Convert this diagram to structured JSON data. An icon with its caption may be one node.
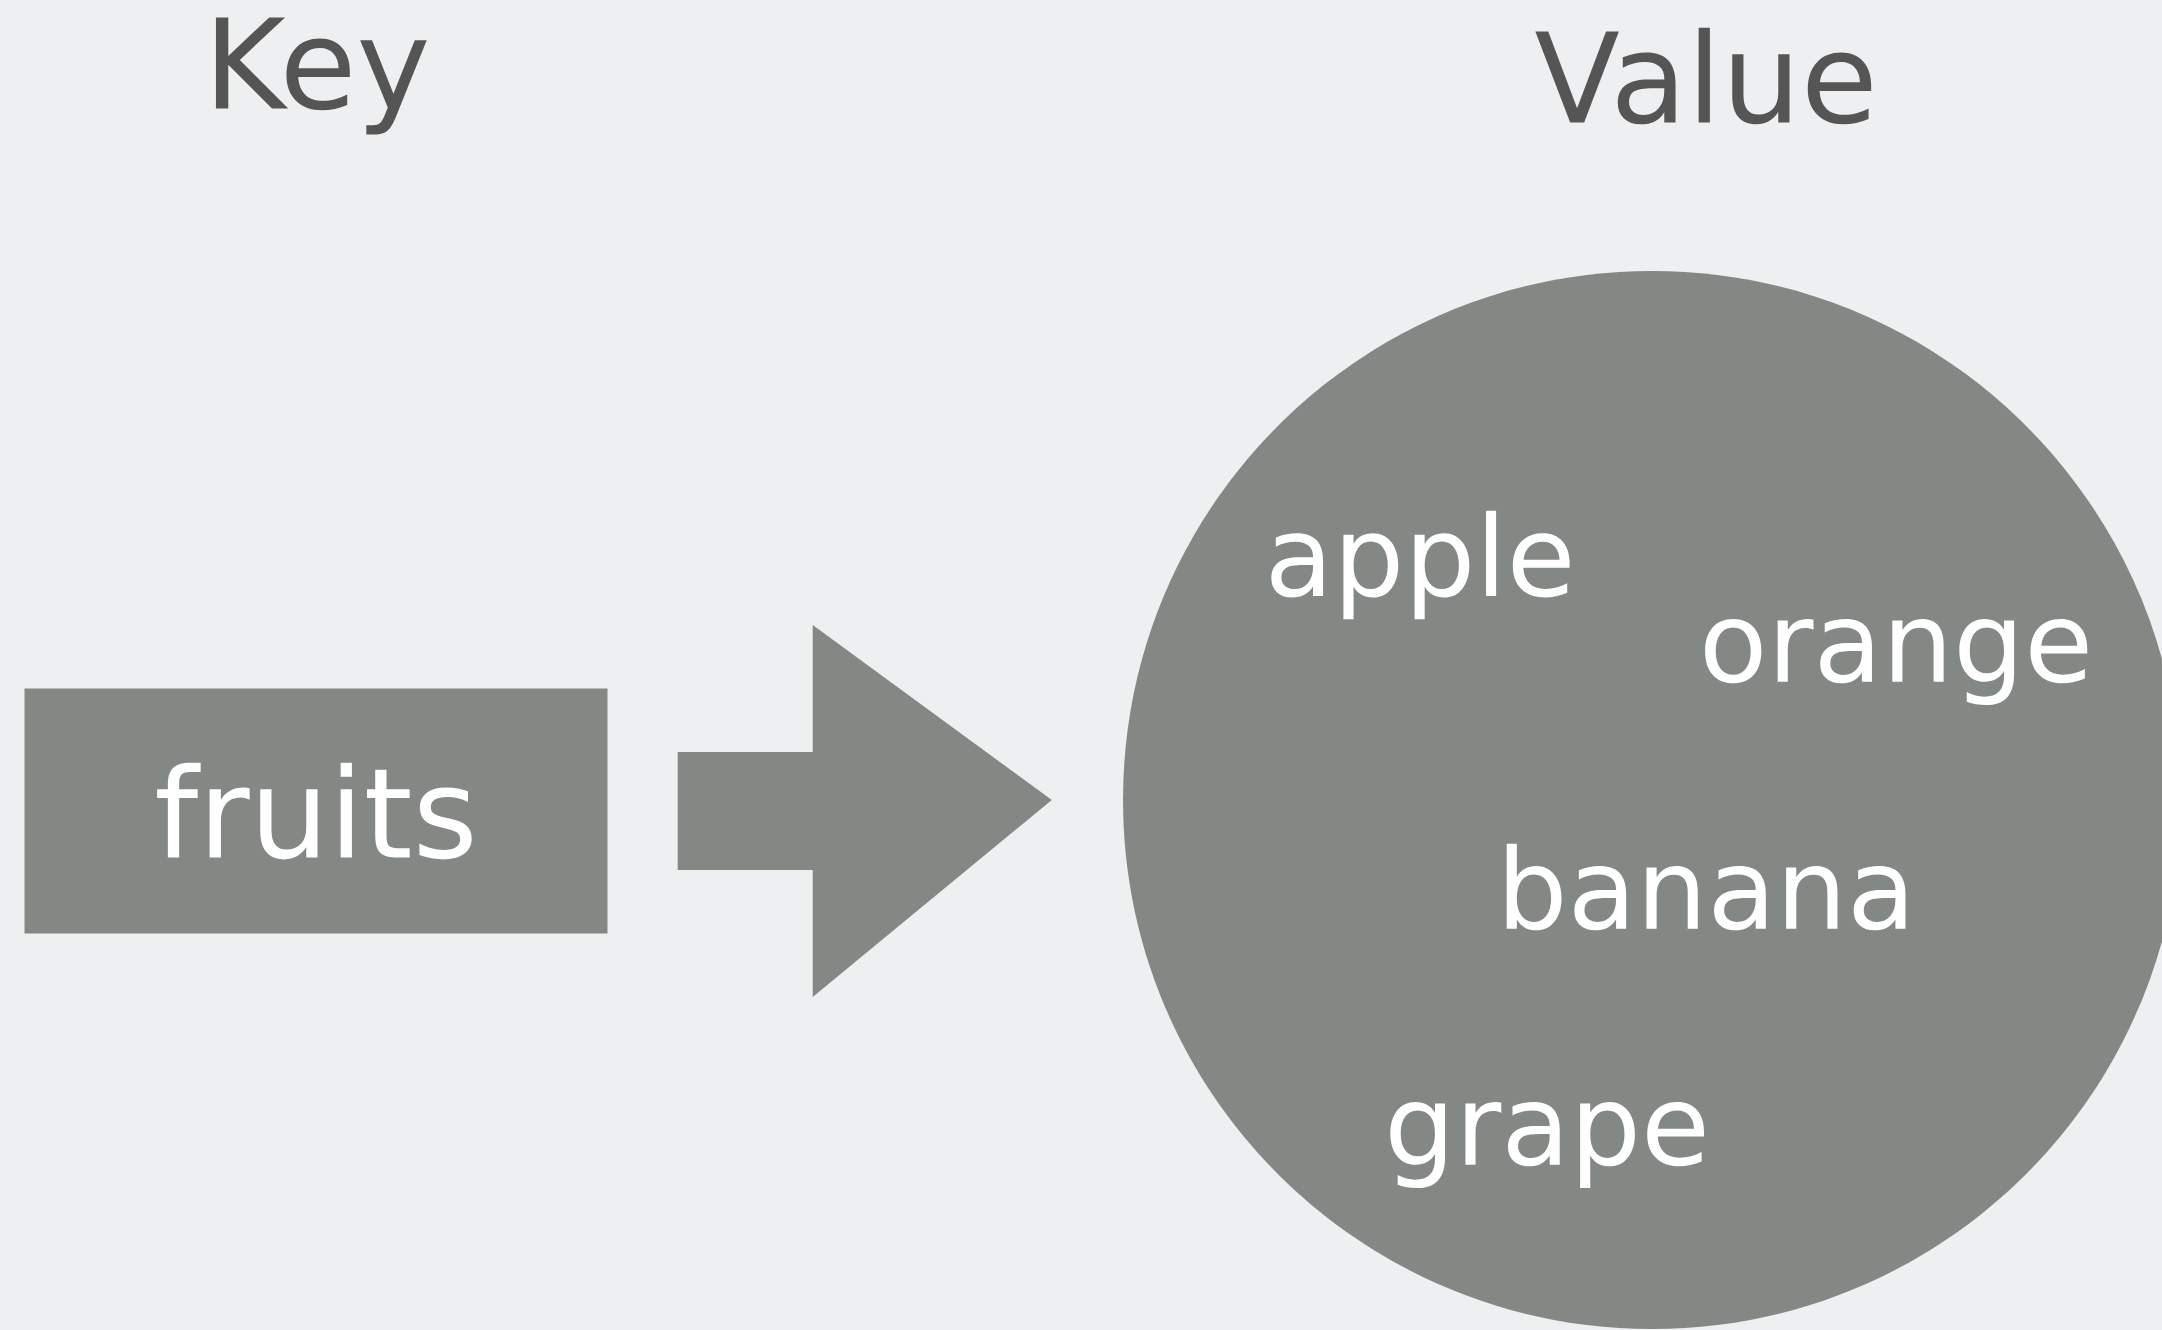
{
  "diagram": {
    "nodes": [
      {
        "text": [
          "fruits"
        ]
      },
      {
        "text": [
          "apple",
          "orange",
          "banana",
          "grape"
        ]
      }
    ],
    "edges": [
      {
        "from": 0,
        "to": 1,
        "arrow": "to"
      }
    ],
    "labels": [
      "Key",
      "Value"
    ]
  }
}
